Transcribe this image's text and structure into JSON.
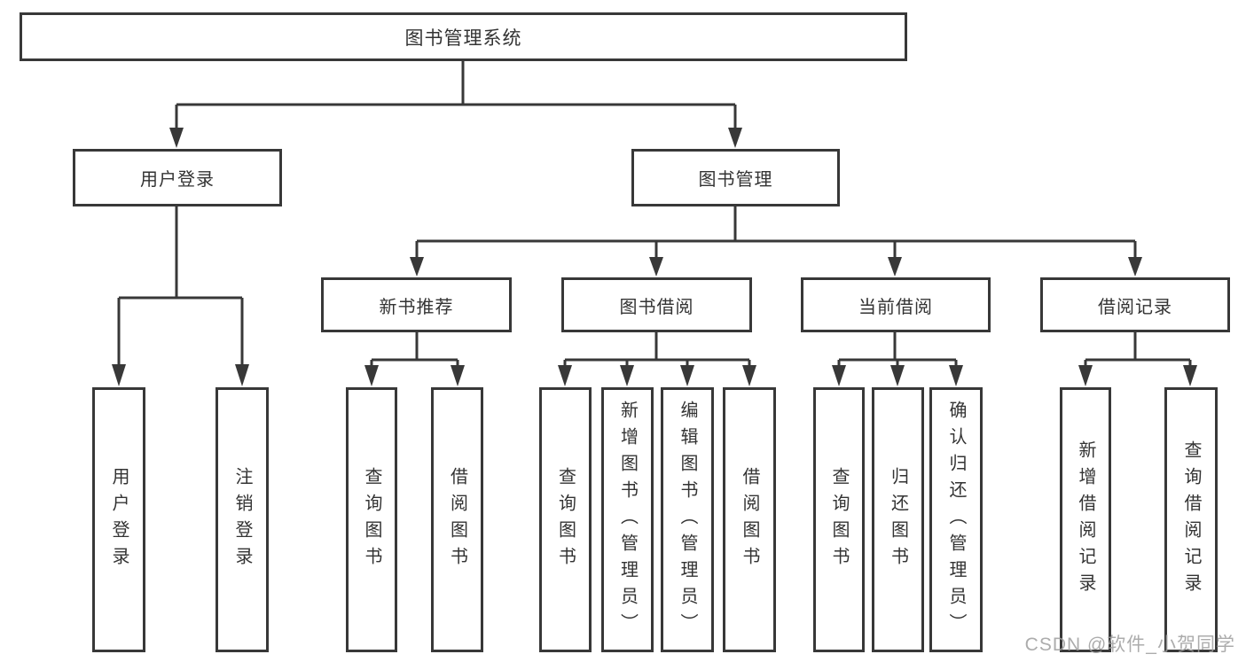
{
  "title": "图书管理系统",
  "colors": {
    "line": "#383838",
    "box_border": "#383838",
    "text": "#333333",
    "background": "#ffffff",
    "watermark": "#9e9e9e"
  },
  "watermark": "CSDN @软件_小贺同学",
  "nodes": {
    "root": "图书管理系统",
    "l2": [
      "用户登录",
      "图书管理"
    ],
    "l3": [
      "新书推荐",
      "图书借阅",
      "当前借阅",
      "借阅记录"
    ],
    "leaves": [
      [
        "用户登录",
        "注销登录"
      ],
      [
        "查询图书",
        "借阅图书"
      ],
      [
        "查询图书",
        "新增图书（管理员）",
        "编辑图书（管理员）",
        "借阅图书"
      ],
      [
        "查询图书",
        "归还图书",
        "确认归还（管理员）"
      ],
      [
        "新增借阅记录",
        "查询借阅记录"
      ]
    ]
  }
}
